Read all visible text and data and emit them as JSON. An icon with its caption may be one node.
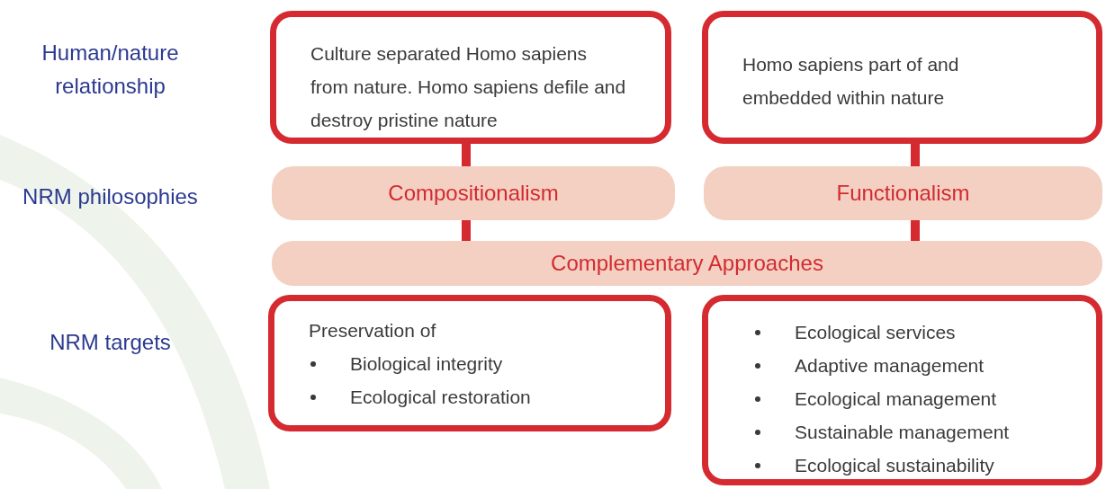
{
  "diagram": {
    "nodes": [
      {
        "text": [
          "Culture separated Homo sapiens from nature. Homo sapiens defile and destroy pristine nature"
        ]
      },
      {
        "text": [
          "Homo sapiens part of and embedded within nature"
        ]
      },
      {
        "text": [
          "Compositionalism"
        ]
      },
      {
        "text": [
          "Functionalism"
        ]
      },
      {
        "text": [
          "Complementary Approaches"
        ]
      },
      {
        "text": [
          "Preservation of",
          "Biological integrity",
          "Ecological restoration"
        ]
      },
      {
        "text": [
          "Ecological services",
          "Adaptive management",
          "Ecological management",
          "Sustainable management",
          "Ecological sustainability"
        ]
      }
    ],
    "edges": [
      {
        "from": 0,
        "to": 2,
        "arrow": "none"
      },
      {
        "from": 2,
        "to": 4,
        "arrow": "none"
      },
      {
        "from": 1,
        "to": 3,
        "arrow": "none"
      },
      {
        "from": 3,
        "to": 4,
        "arrow": "none"
      }
    ],
    "labels": [
      "Human/nature relationship",
      "NRM philosophies",
      "NRM targets"
    ]
  }
}
